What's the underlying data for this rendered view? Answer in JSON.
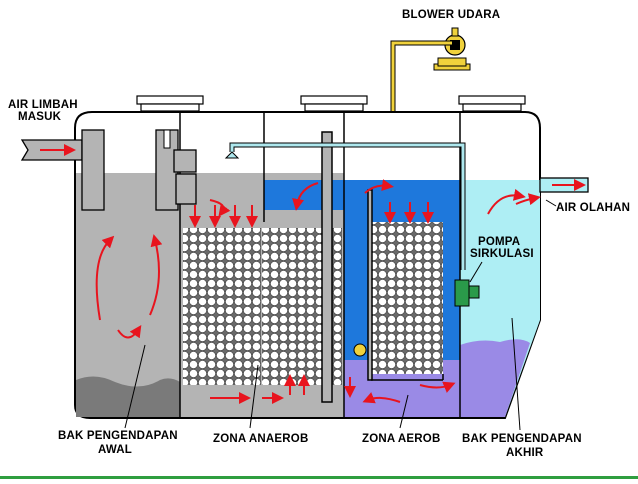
{
  "labels": {
    "blower": "BLOWER UDARA",
    "inlet_line1": "AIR LIMBAH",
    "inlet_line2": "MASUK",
    "outlet": "AIR OLAHAN",
    "pump_line1": "POMPA",
    "pump_line2": "SIRKULASI",
    "settling_initial_line1": "BAK PENGENDAPAN",
    "settling_initial_line2": "AWAL",
    "anaerobic": "ZONA ANAEROB",
    "aerobic": "ZONA AEROB",
    "settling_final_line1": "BAK PENGENDAPAN",
    "settling_final_line2": "AKHIR"
  },
  "colors": {
    "grey_water": "#b4b4b4",
    "dark_sludge": "#7a7a7a",
    "blue_water": "#1e78dc",
    "light_water": "#aeeef4",
    "purple_sludge": "#9a8ae6",
    "pipe_yellow": "#f0d23c",
    "pipe_cyan": "#aee8ee",
    "arrow_red": "#e8141e",
    "pump_green": "#2a9a4a",
    "media_fill": "#ffffff",
    "media_stroke": "#555555"
  }
}
